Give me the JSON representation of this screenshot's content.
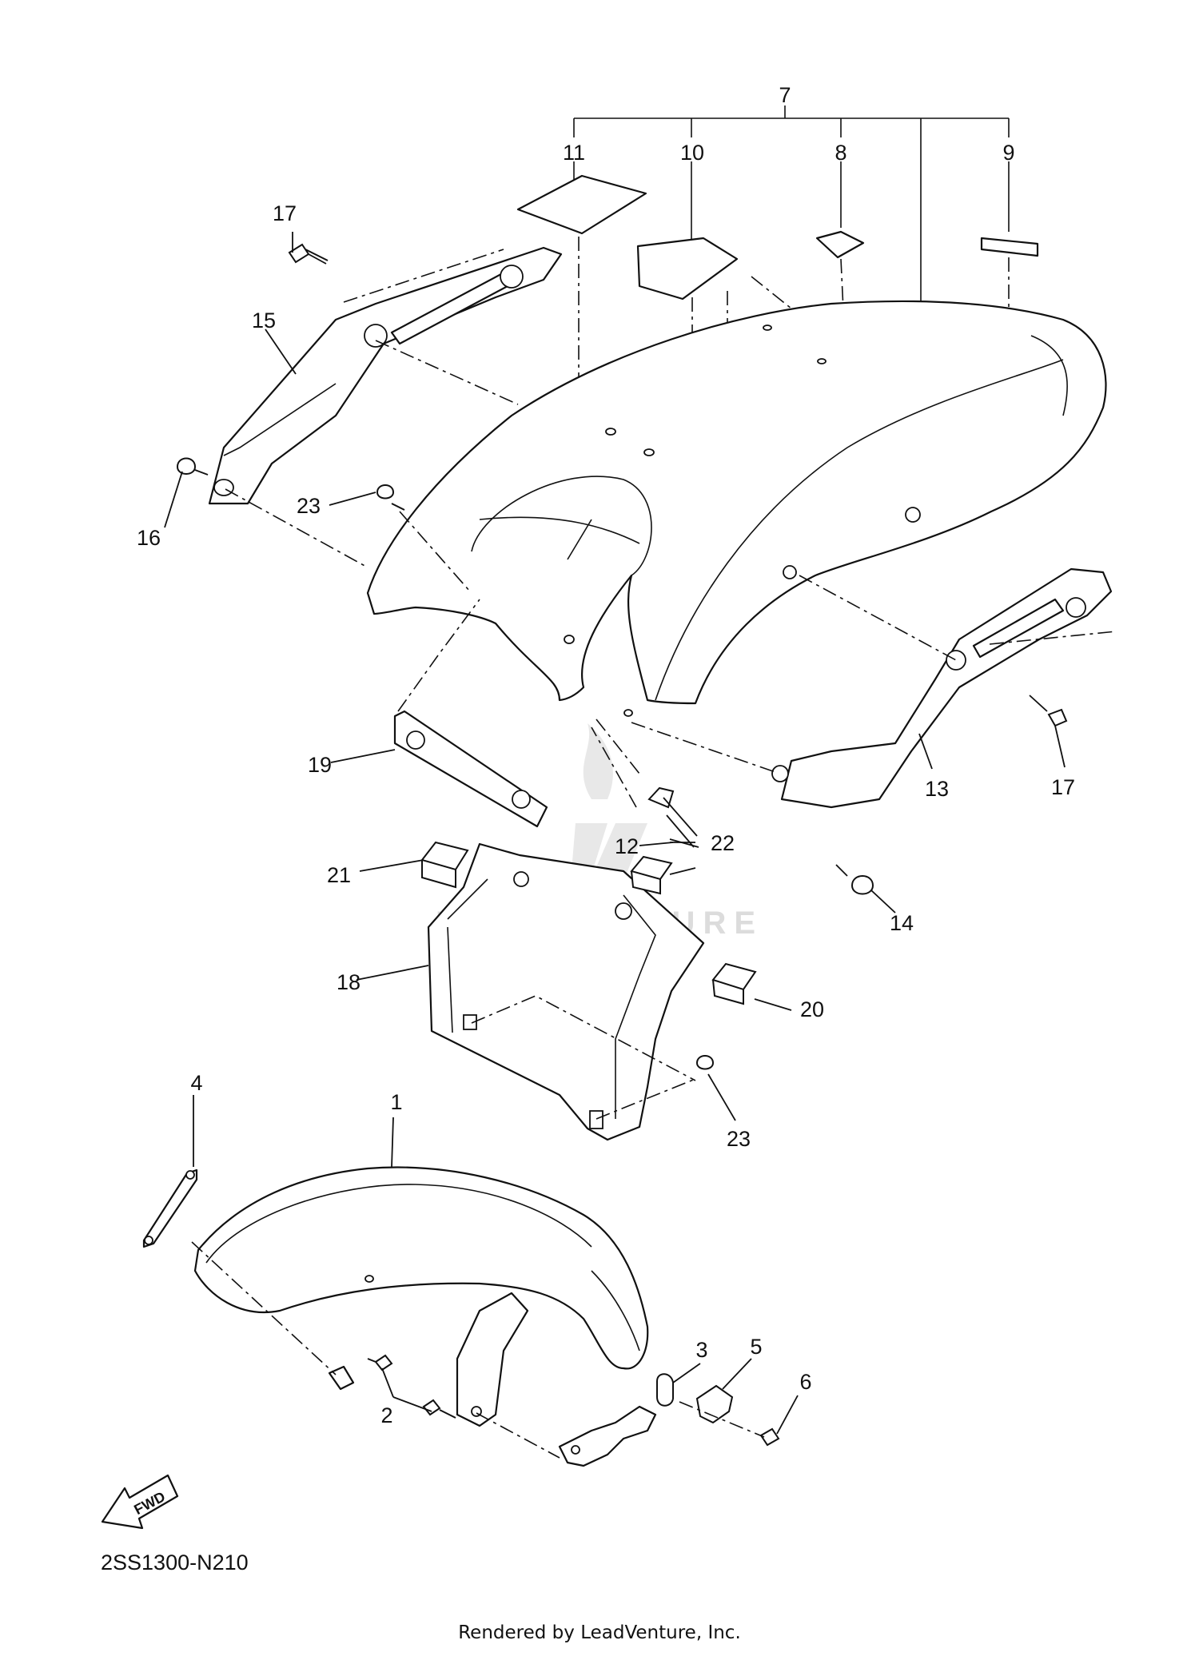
{
  "diagram": {
    "callouts": [
      "1",
      "2",
      "3",
      "4",
      "5",
      "6",
      "7",
      "8",
      "9",
      "10",
      "11",
      "12",
      "13",
      "14",
      "15",
      "16",
      "17",
      "17",
      "18",
      "19",
      "20",
      "21",
      "22",
      "23",
      "23"
    ],
    "watermark_text": "LEADVENTURE",
    "fwd_label": "FWD",
    "diagram_code": "2SS1300-N210",
    "footer": "Rendered by LeadVenture, Inc."
  }
}
